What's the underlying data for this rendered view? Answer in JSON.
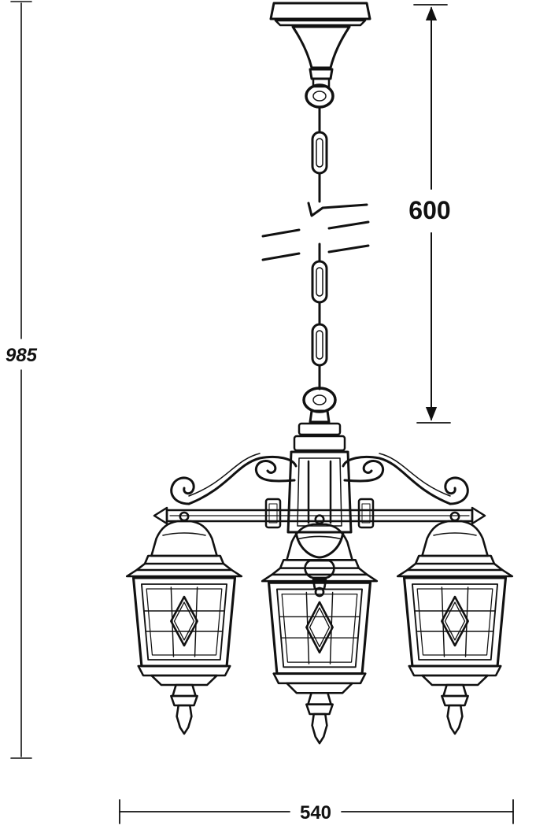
{
  "dimensions": {
    "total_height": "985",
    "chain_length": "600",
    "width": "540"
  },
  "colors": {
    "ink": "#111111",
    "background": "#ffffff"
  }
}
